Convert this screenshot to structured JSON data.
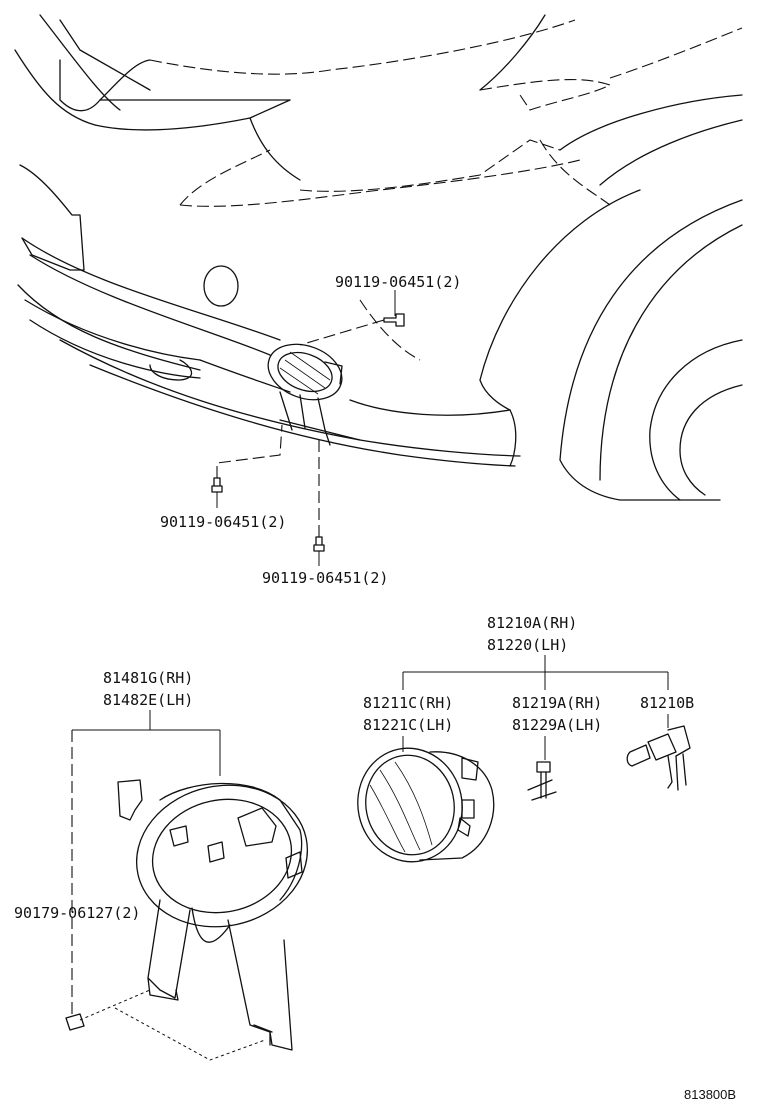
{
  "diagram": {
    "callouts": {
      "bolt_top": "90119-06451(2)",
      "bolt_left": "90119-06451(2)",
      "bolt_bottom": "90119-06451(2)",
      "fog_lamp_assy_rh": "81210A(RH)",
      "fog_lamp_assy_lh": "81220(LH)",
      "lamp_unit_rh": "81211C(RH)",
      "lamp_unit_lh": "81221C(LH)",
      "socket_rh": "81219A(RH)",
      "socket_lh": "81229A(LH)",
      "bulb": "81210B",
      "bracket_rh": "81481G(RH)",
      "bracket_lh": "81482E(LH)",
      "clip": "90179-06127(2)"
    },
    "figure_code": "813800B"
  }
}
